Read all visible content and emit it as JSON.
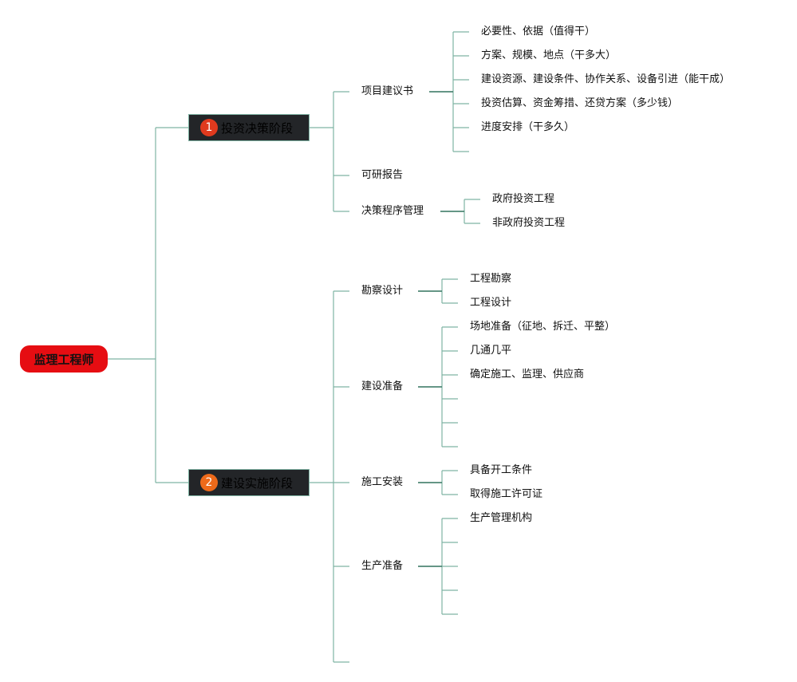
{
  "root": {
    "label": "监理工程师"
  },
  "stage1": {
    "number": "1",
    "label": "投资决策阶段",
    "children": {
      "proposal": {
        "label": "项目建议书",
        "items": [
          "必要性、依据（值得干）",
          "方案、规模、地点（干多大）",
          "建设资源、建设条件、协作关系、设备引进（能干成）",
          "投资估算、资金筹措、还贷方案（多少钱）",
          "进度安排（干多久）"
        ]
      },
      "feasibility": {
        "label": "可研报告"
      },
      "decision": {
        "label": "决策程序管理",
        "items": [
          "政府投资工程",
          "非政府投资工程"
        ]
      }
    }
  },
  "stage2": {
    "number": "2",
    "label": "建设实施阶段",
    "children": {
      "survey": {
        "label": "勘察设计",
        "items": [
          "工程勘察",
          "工程设计"
        ]
      },
      "prep": {
        "label": "建设准备",
        "items": [
          "场地准备（征地、拆迁、平整）",
          "几通几平",
          "确定施工、监理、供应商"
        ]
      },
      "install": {
        "label": "施工安装",
        "items": [
          "具备开工条件",
          "取得施工许可证"
        ]
      },
      "production": {
        "label": "生产准备",
        "items": [
          "生产管理机构"
        ]
      }
    }
  },
  "colors": {
    "root_bg": "#e60d12",
    "stage_bg": "#232528",
    "line": "#7fb3a3",
    "line_dark": "#3d7a66",
    "badge1": "#e03a1e",
    "badge2": "#ee6a1a"
  }
}
